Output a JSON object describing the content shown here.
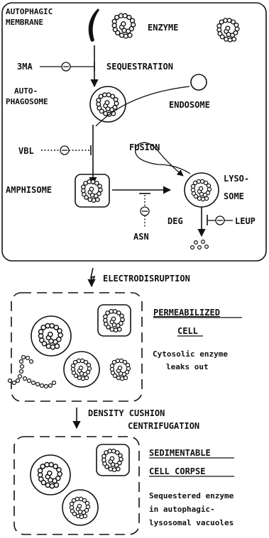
{
  "labels": {
    "autophagic_membrane_1": "AUTOPHAGIC",
    "autophagic_membrane_2": "MEMBRANE",
    "enzyme": "ENZYME",
    "inhibitor_3ma": "3MA",
    "sequestration": "SEQUESTRATION",
    "autophagosome_1": "AUTO-",
    "autophagosome_2": "PHAGOSOME",
    "endosome": "ENDOSOME",
    "fusion": "FUSION",
    "inhibitor_vbl": "VBL",
    "amphisome": "AMPHISOME",
    "lysosome_1": "LYSO-",
    "lysosome_2": "SOME",
    "degradation": "DEG",
    "inhibitor_leup": "LEUP",
    "inhibitor_asn": "ASN",
    "electrodisruption": "ELECTRODISRUPTION",
    "permeabilized_1": "PERMEABILIZED",
    "permeabilized_2": "CELL",
    "leak_1": "Cytosolic enzyme",
    "leak_2": "leaks out",
    "density_1": "DENSITY CUSHION",
    "density_2": "CENTRIFUGATION",
    "sedimentable_1": "SEDIMENTABLE",
    "sedimentable_2": "CELL CORPSE",
    "sequestered_1": "Sequestered enzyme",
    "sequestered_2": "in autophagic-",
    "sequestered_3": "lysosomal vacuoles"
  }
}
